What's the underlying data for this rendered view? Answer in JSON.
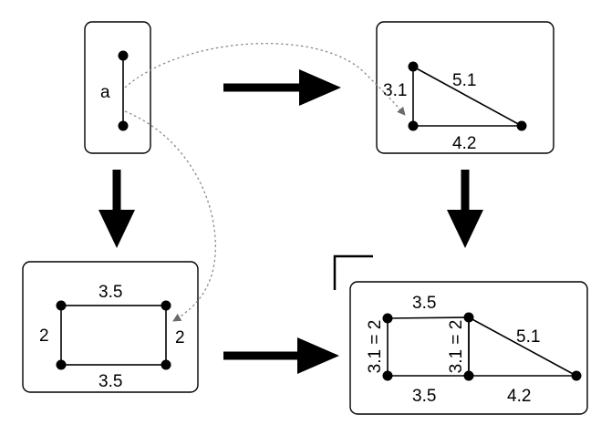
{
  "labels": {
    "segment": "a",
    "tri_left": "3.1",
    "tri_hyp": "5.1",
    "tri_bottom": "4.2",
    "rect_top": "3.5",
    "rect_bottom": "3.5",
    "rect_left": "2",
    "rect_right": "2",
    "comb_rect_top": "3.5",
    "comb_rect_bottom": "3.5",
    "comb_left": "3.1 = 2",
    "comb_mid": "3.1 = 2",
    "comb_hyp": "5.1",
    "comb_tri_bottom": "4.2"
  },
  "colors": {
    "line": "#000000",
    "dotted_curve": "#8a8a8a"
  }
}
